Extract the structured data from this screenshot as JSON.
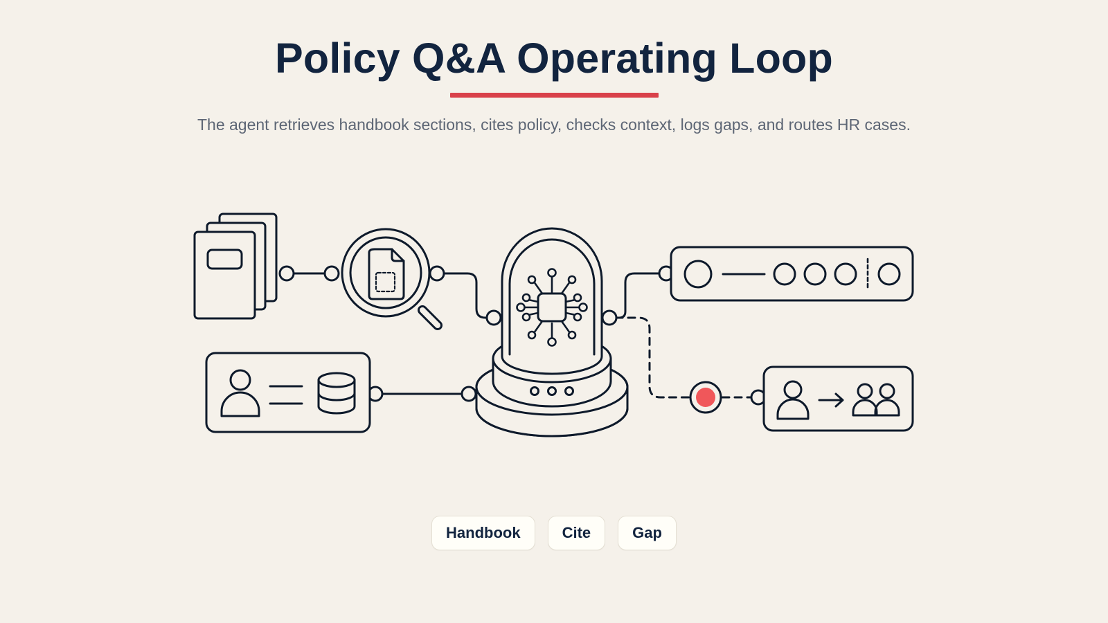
{
  "header": {
    "title": "Policy Q&A Operating Loop",
    "subtitle": "The agent retrieves handbook sections, cites policy, checks context, logs gaps, and routes HR cases."
  },
  "tags": [
    {
      "label": "Handbook"
    },
    {
      "label": "Cite"
    },
    {
      "label": "Gap"
    }
  ],
  "diagram": {
    "nodes": [
      {
        "icon": "handbook-stack-icon"
      },
      {
        "icon": "magnifier-document-icon"
      },
      {
        "icon": "ai-agent-dome-icon"
      },
      {
        "icon": "citation-log-icon"
      },
      {
        "icon": "employee-record-database-icon"
      },
      {
        "icon": "hr-routing-icon"
      }
    ],
    "colors": {
      "background": "#f5f1ea",
      "stroke": "#0e1a2b",
      "accent": "#d9414a",
      "gap_marker": "#f0575a",
      "title": "#12243f",
      "subtitle": "#5d6675"
    }
  }
}
